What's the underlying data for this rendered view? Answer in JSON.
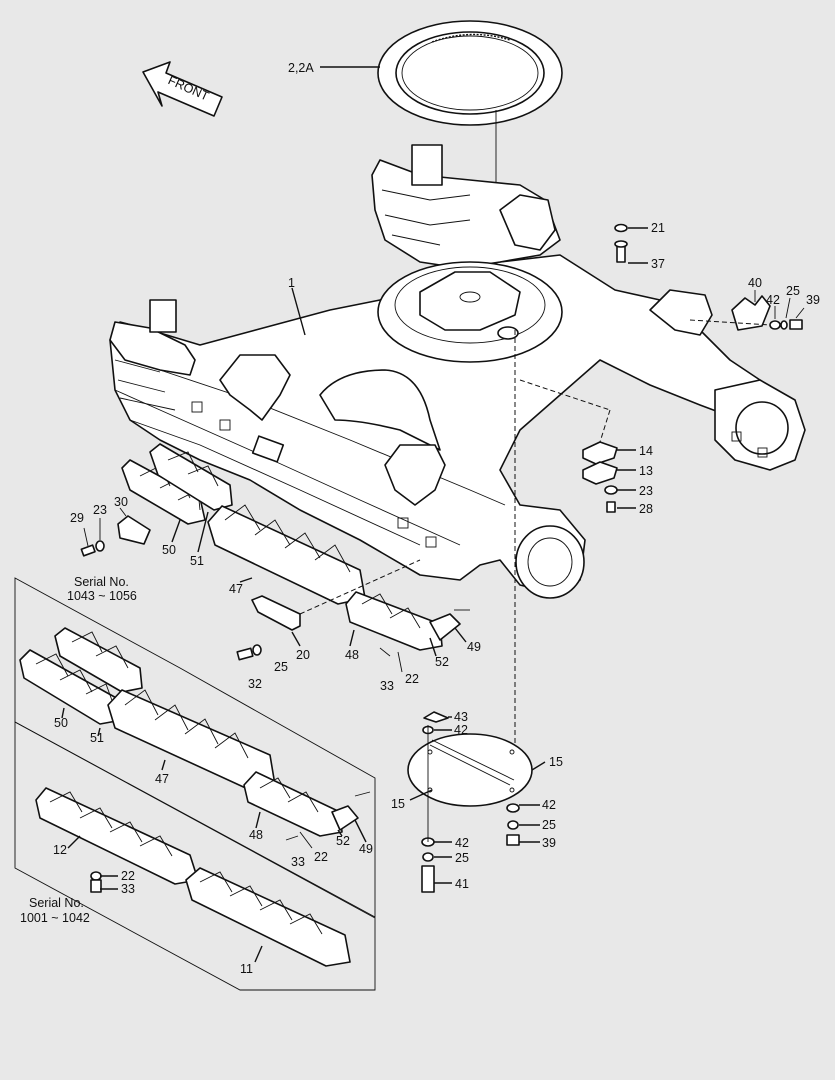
{
  "arrow": {
    "text": "FRONT"
  },
  "boxes": {
    "upper": {
      "line1": "Serial No.",
      "line2": "1043 ~ 1056"
    },
    "lower": {
      "line1": "Serial No.",
      "line2": "1001 ~ 1042"
    }
  },
  "callouts": {
    "c_2_2a": "2,2A",
    "c_1": "1",
    "c_21": "21",
    "c_37": "37",
    "c_40": "40",
    "c_42a": "42",
    "c_25a": "25",
    "c_39a": "39",
    "c_14": "14",
    "c_13": "13",
    "c_23a": "23",
    "c_28": "28",
    "c_29": "29",
    "c_23b": "23",
    "c_30": "30",
    "c_50a": "50",
    "c_51a": "51",
    "c_47a": "47",
    "c_20": "20",
    "c_25b": "25",
    "c_32": "32",
    "c_48a": "48",
    "c_52a": "52",
    "c_49a": "49",
    "c_33a": "33",
    "c_22a": "22",
    "c_43": "43",
    "c_42b": "42",
    "c_15a": "15",
    "c_15b": "15",
    "c_42c": "42",
    "c_25c": "25",
    "c_39b": "39",
    "c_42d": "42",
    "c_25d": "25",
    "c_41": "41",
    "c_50b": "50",
    "c_51b": "51",
    "c_47b": "47",
    "c_48b": "48",
    "c_22b": "22",
    "c_33b": "33",
    "c_52b": "52",
    "c_49b": "49",
    "c_12": "12",
    "c_22c": "22",
    "c_33c": "33",
    "c_11": "11"
  }
}
